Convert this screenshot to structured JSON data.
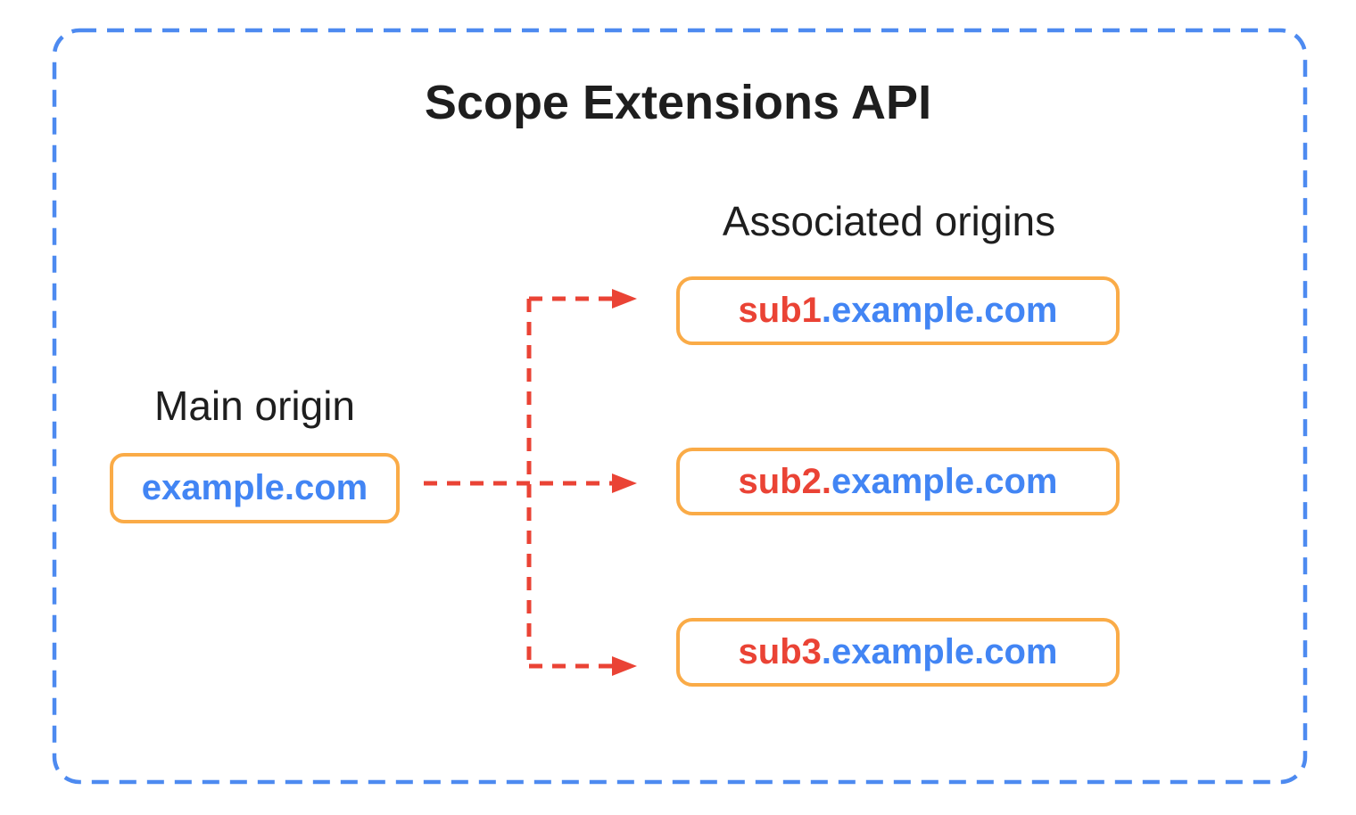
{
  "title": "Scope Extensions API",
  "main_origin": {
    "label": "Main origin",
    "domain": "example.com"
  },
  "associated_origins": {
    "label": "Associated origins",
    "items": [
      {
        "subdomain": "sub1",
        "rest": ".example.com"
      },
      {
        "subdomain": "sub2.",
        "rest": "example.com"
      },
      {
        "subdomain": "sub3",
        "rest": ".example.com"
      }
    ]
  },
  "colors": {
    "canvas_bg": "#FFFFFF",
    "outer_border_blue": "#4D8AF0",
    "box_border_orange": "#FAAB47",
    "domain_blue": "#4285F4",
    "subdomain_red": "#EA4335",
    "arrow_red": "#EA4335",
    "heading_text": "#1E1E1E"
  }
}
